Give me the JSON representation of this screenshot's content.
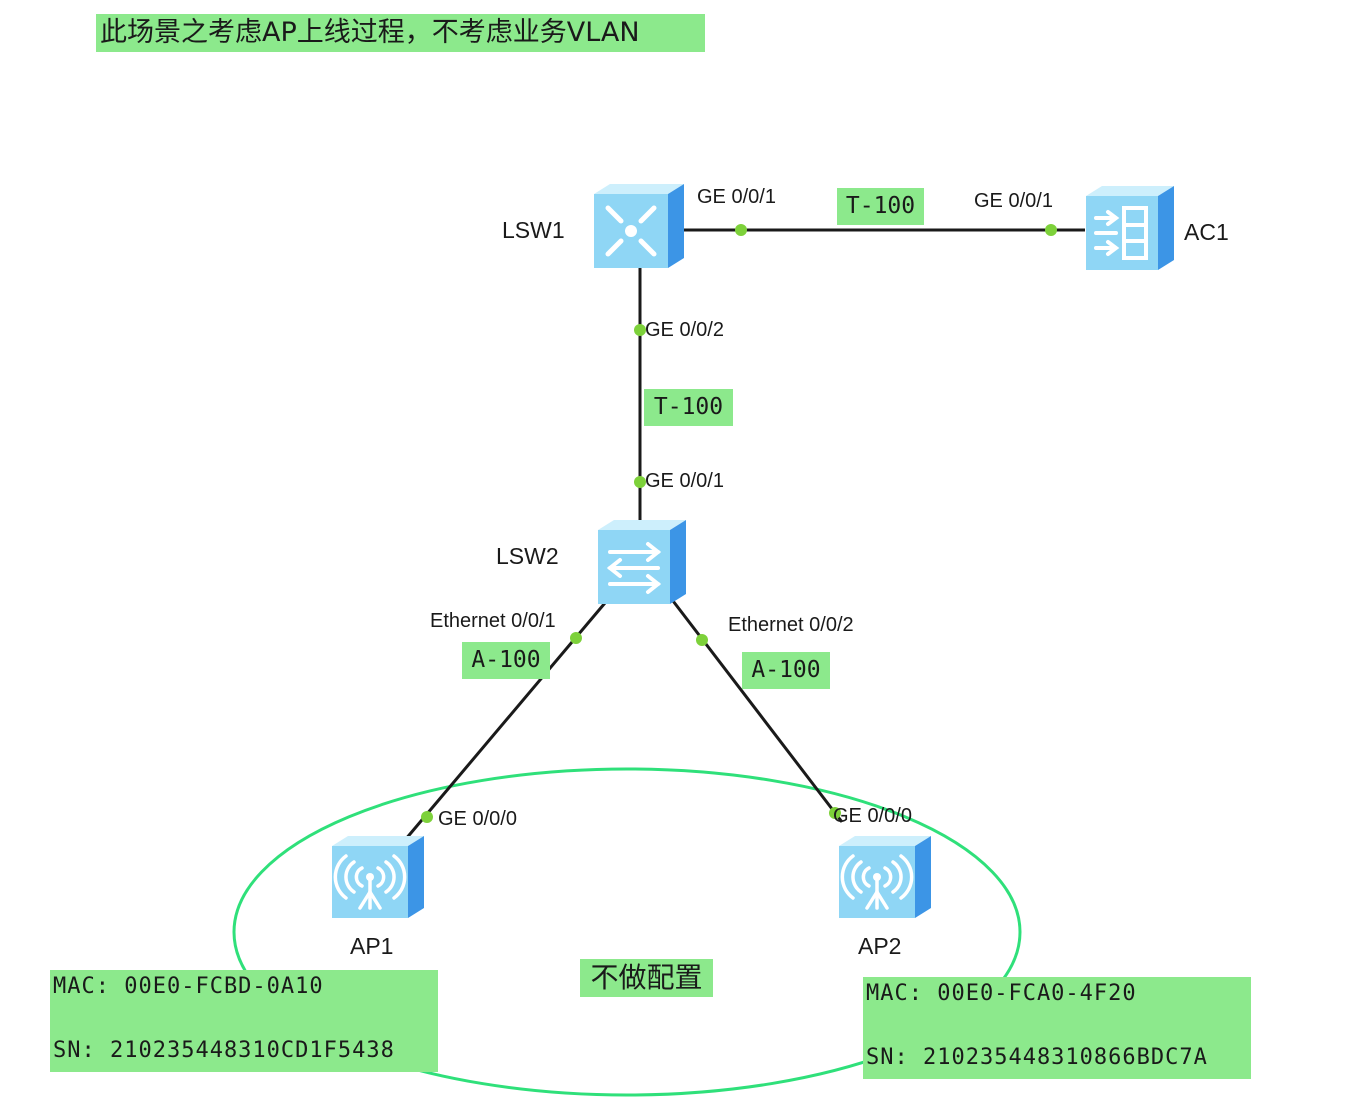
{
  "title": "此场景之考虑AP上线过程，不考虑业务VLAN",
  "devices": {
    "lsw1": "LSW1",
    "ac1": "AC1",
    "lsw2": "LSW2",
    "ap1": "AP1",
    "ap2": "AP2"
  },
  "icons": {
    "lsw1": "core-switch-icon",
    "ac1": "access-controller-icon",
    "lsw2": "switch-icon",
    "ap1": "wireless-ap-icon",
    "ap2": "wireless-ap-icon"
  },
  "links": {
    "lsw1_ac1": {
      "a_port": "GE 0/0/1",
      "b_port": "GE 0/0/1",
      "tag": "T-100"
    },
    "lsw1_lsw2": {
      "a_port": "GE 0/0/2",
      "b_port": "GE 0/0/1",
      "tag": "T-100"
    },
    "lsw2_ap1": {
      "a_port": "Ethernet 0/0/1",
      "b_port": "GE 0/0/0",
      "tag": "A-100"
    },
    "lsw2_ap2": {
      "a_port": "Ethernet 0/0/2",
      "b_port": "GE 0/0/0",
      "tag": "A-100"
    }
  },
  "ap1_info": {
    "mac": "MAC: 00E0-FCBD-0A10",
    "sn": "SN: 210235448310CD1F5438"
  },
  "ap2_info": {
    "mac": "MAC: 00E0-FCA0-4F20",
    "sn": "SN: 210235448310866BDC7A"
  },
  "note": "不做配置",
  "colors": {
    "highlight": "#8ce98c",
    "link": "#1a1a1a",
    "port_dot": "#7dd13a",
    "ellipse": "#2fe07a",
    "device_face": "#8fd6f5",
    "device_side": "#3c95e6"
  }
}
